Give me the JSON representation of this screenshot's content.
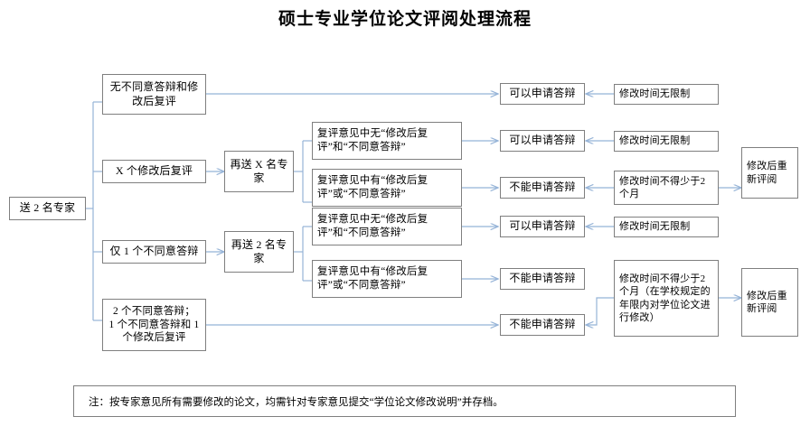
{
  "title": "硕士专业学位论文评阅处理流程",
  "colors": {
    "box_border": "#7f7f7f",
    "connector": "#95b3d7",
    "background": "#ffffff",
    "text": "#000000"
  },
  "nodes": {
    "start": {
      "label": "送 2 名专家"
    },
    "branches": [
      {
        "label": "无不同意答辩和修改后复评"
      },
      {
        "label": "X 个修改后复评"
      },
      {
        "label": "仅 1 个不同意答辩"
      },
      {
        "label": "2 个不同意答辩；\n1 个不同意答辩和 1 个修改后复评"
      }
    ],
    "resend": [
      {
        "label": "再送 X 名专家"
      },
      {
        "label": "再送 2 名专家"
      }
    ],
    "reviews": [
      {
        "label": "复评意见中无“修改后复评”和“不同意答辩”"
      },
      {
        "label": "复评意见中有“修改后复评”或“不同意答辩”"
      },
      {
        "label": "复评意见中无“修改后复评”和“不同意答辩”"
      },
      {
        "label": "复评意见中有“修改后复评”或“不同意答辩”"
      }
    ],
    "defense": [
      {
        "label": "可以申请答辩"
      },
      {
        "label": "可以申请答辩"
      },
      {
        "label": "不能申请答辩"
      },
      {
        "label": "可以申请答辩"
      },
      {
        "label": "不能申请答辩"
      },
      {
        "label": "不能申请答辩"
      }
    ],
    "revision_time": [
      {
        "label": "修改时间无限制"
      },
      {
        "label": "修改时间无限制"
      },
      {
        "label": "修改时间不得少于2 个月"
      },
      {
        "label": "修改时间无限制"
      },
      {
        "label": "修改时间不得少于2 个月（在学校规定的年限内对学位论文进行修改）"
      }
    ],
    "rereview": [
      {
        "label": "修改后重新评阅"
      },
      {
        "label": "修改后重新评阅"
      }
    ]
  },
  "footnote": "注：按专家意见所有需要修改的论文，均需针对专家意见提交“学位论文修改说明”并存档。"
}
